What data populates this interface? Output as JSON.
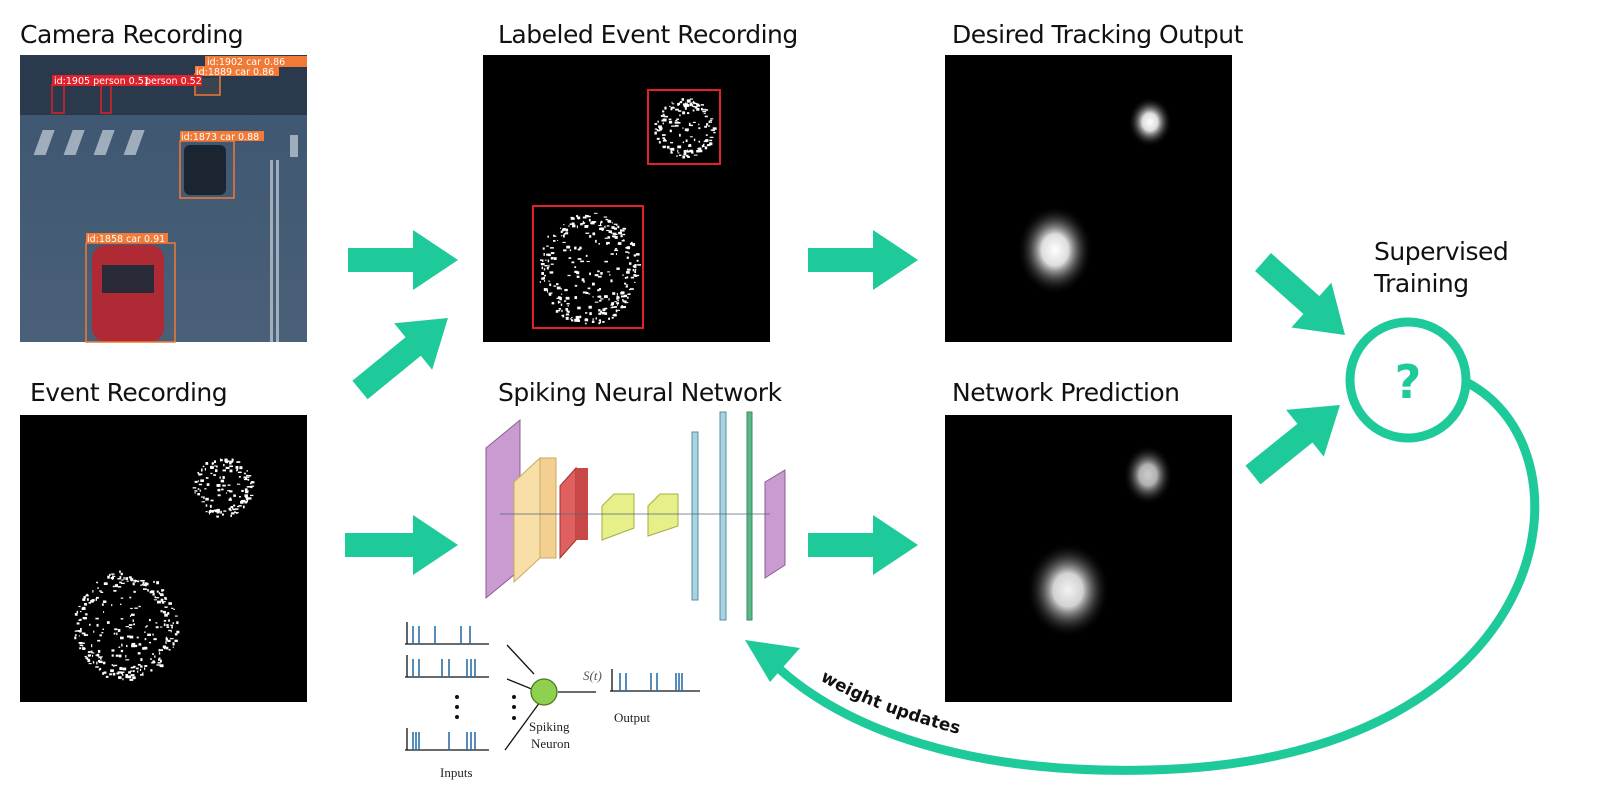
{
  "panels": {
    "camera": {
      "title": "Camera Recording",
      "detections": [
        "id:1902 car 0.86",
        "id:1889 car 0.86",
        "id:1905 person 0.51",
        "person 0.52",
        "id:1873 car 0.88",
        "id:1858 car 0.91"
      ]
    },
    "labeled": {
      "title": "Labeled Event Recording"
    },
    "desired": {
      "title": "Desired Tracking Output"
    },
    "event": {
      "title": "Event Recording"
    },
    "snn": {
      "title": "Spiking Neural Network",
      "neuron_label_1": "Spiking",
      "neuron_label_2": "Neuron",
      "inputs_label": "Inputs",
      "output_label": "Output",
      "signal_label": "S(t)"
    },
    "prediction": {
      "title": "Network Prediction"
    }
  },
  "training": {
    "title_line1": "Supervised",
    "title_line2": "Training",
    "symbol": "?"
  },
  "feedback": {
    "label": "weight updates"
  },
  "colors": {
    "accent": "#1ec99a",
    "box_red": "#e0202a",
    "box_orange": "#f07a36",
    "neuron": "#8fd14f",
    "spike": "#2a6fa8"
  }
}
